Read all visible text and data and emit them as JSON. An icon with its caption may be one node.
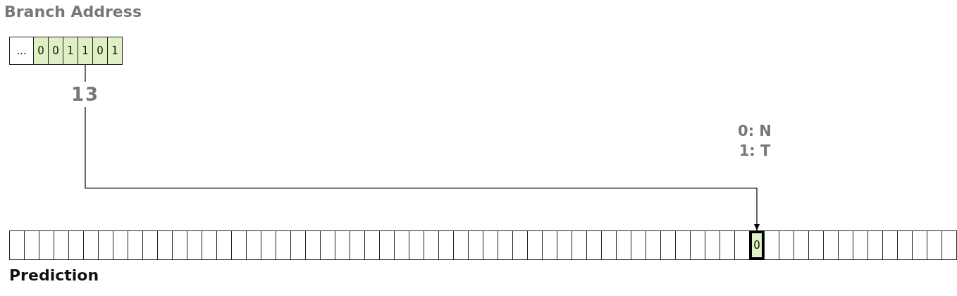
{
  "diagram": {
    "nodes": [
      {
        "text": [
          "..."
        ]
      },
      {
        "text": [
          "0"
        ]
      },
      {
        "text": [
          "0"
        ]
      },
      {
        "text": [
          "1"
        ]
      },
      {
        "text": [
          "1"
        ]
      },
      {
        "text": [
          "0"
        ]
      },
      {
        "text": [
          "1"
        ]
      },
      {
        "text": [
          "13"
        ]
      },
      {
        "text": [],
        "shape": "box"
      },
      {
        "text": [],
        "shape": "box"
      },
      {
        "text": [],
        "shape": "box"
      },
      {
        "text": [],
        "shape": "box"
      },
      {
        "text": [],
        "shape": "box"
      },
      {
        "text": [],
        "shape": "box"
      },
      {
        "text": [],
        "shape": "box"
      },
      {
        "text": [],
        "shape": "box"
      },
      {
        "text": [],
        "shape": "box"
      },
      {
        "text": [],
        "shape": "box"
      },
      {
        "text": [],
        "shape": "box"
      },
      {
        "text": [],
        "shape": "box"
      },
      {
        "text": [],
        "shape": "box"
      },
      {
        "text": [],
        "shape": "box"
      },
      {
        "text": [],
        "shape": "box"
      },
      {
        "text": [],
        "shape": "box"
      },
      {
        "text": [],
        "shape": "box"
      },
      {
        "text": [],
        "shape": "box"
      },
      {
        "text": [],
        "shape": "box"
      },
      {
        "text": [],
        "shape": "box"
      },
      {
        "text": [],
        "shape": "box"
      },
      {
        "text": [],
        "shape": "box"
      },
      {
        "text": [],
        "shape": "box"
      },
      {
        "text": [],
        "shape": "box"
      },
      {
        "text": [],
        "shape": "box"
      },
      {
        "text": [],
        "shape": "box"
      },
      {
        "text": [],
        "shape": "box"
      },
      {
        "text": [],
        "shape": "box"
      },
      {
        "text": [],
        "shape": "box"
      },
      {
        "text": [],
        "shape": "box"
      },
      {
        "text": [],
        "shape": "box"
      },
      {
        "text": [],
        "shape": "box"
      },
      {
        "text": [],
        "shape": "box"
      },
      {
        "text": [],
        "shape": "box"
      },
      {
        "text": [],
        "shape": "box"
      },
      {
        "text": [],
        "shape": "box"
      },
      {
        "text": [],
        "shape": "box"
      },
      {
        "text": [],
        "shape": "box"
      },
      {
        "text": [],
        "shape": "box"
      },
      {
        "text": [],
        "shape": "box"
      },
      {
        "text": [],
        "shape": "box"
      },
      {
        "text": [],
        "shape": "box"
      },
      {
        "text": [],
        "shape": "box"
      },
      {
        "text": [],
        "shape": "box"
      },
      {
        "text": [],
        "shape": "box"
      },
      {
        "text": [],
        "shape": "box"
      },
      {
        "text": [],
        "shape": "box"
      },
      {
        "text": [],
        "shape": "box"
      },
      {
        "text": [],
        "shape": "box"
      },
      {
        "text": [],
        "shape": "box"
      },
      {
        "text": [
          "0"
        ]
      },
      {
        "text": [],
        "shape": "box"
      },
      {
        "text": [],
        "shape": "box"
      },
      {
        "text": [],
        "shape": "box"
      },
      {
        "text": [],
        "shape": "box"
      },
      {
        "text": [],
        "shape": "box"
      },
      {
        "text": [],
        "shape": "box"
      },
      {
        "text": [],
        "shape": "box"
      },
      {
        "text": [],
        "shape": "box"
      },
      {
        "text": [],
        "shape": "box"
      },
      {
        "text": [],
        "shape": "box"
      },
      {
        "text": [],
        "shape": "box"
      },
      {
        "text": [],
        "shape": "box"
      },
      {
        "text": [],
        "shape": "box"
      }
    ],
    "edges": [
      {
        "from": 4,
        "to": 7,
        "arrow": "none"
      },
      {
        "from": 7,
        "to": 58,
        "arrow": "to"
      }
    ],
    "labels": [
      "Branch Address",
      "0: N",
      "1: T",
      "Prediction"
    ]
  }
}
